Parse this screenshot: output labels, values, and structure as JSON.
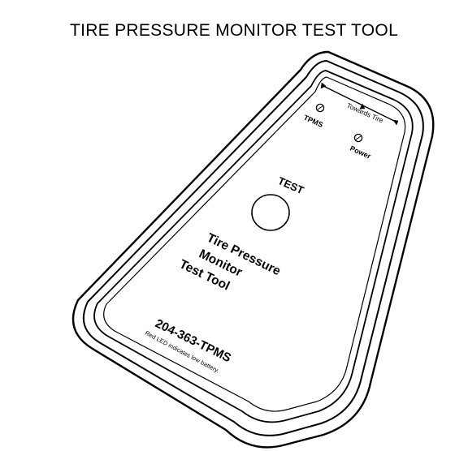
{
  "header": {
    "title": "TIRE PRESSURE MONITOR TEST TOOL"
  },
  "device": {
    "direction_label": "Towards Tire",
    "tpms_label": "TPMS",
    "power_label": "Power",
    "test_label": "TEST",
    "name_lines": [
      "Tire Pressure",
      "Monitor",
      "Test Tool"
    ],
    "part_number": "204-363-TPMS",
    "footnote": "Red LED indicates low battery."
  },
  "style": {
    "stroke": "#000000",
    "background": "#ffffff"
  }
}
